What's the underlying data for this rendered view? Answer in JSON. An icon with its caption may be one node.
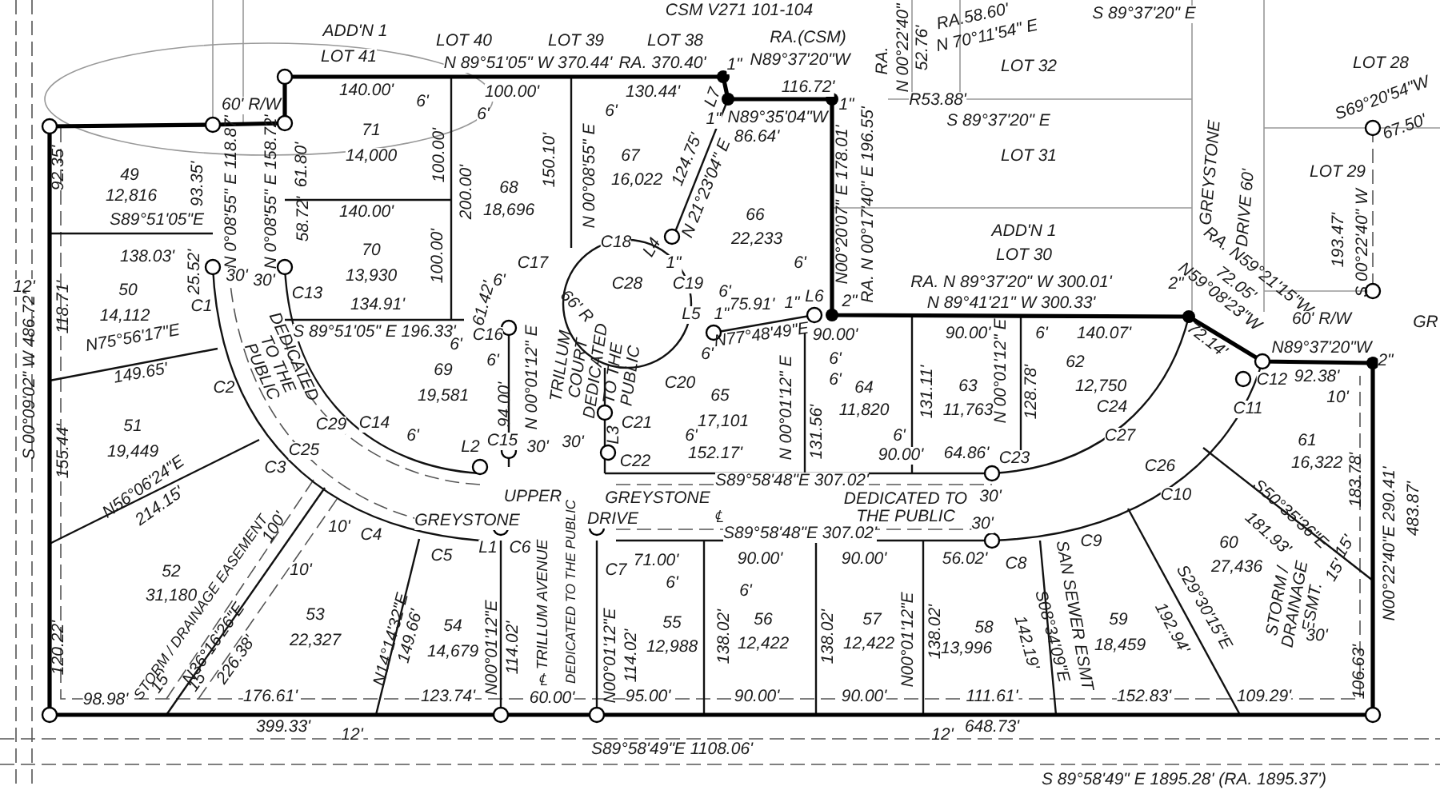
{
  "diagram": {
    "labels": [
      "CSM V271 101-104",
      "ADD'N 1",
      "LOT 41",
      "LOT 40",
      "N 89°51'05\" W 370.44'",
      "LOT 39",
      "LOT 38",
      "RA. 370.40'",
      "RA.(CSM)",
      "N89°37'20\"W",
      "116.72'",
      "RA.",
      "N 00°22'40\"",
      "52.76'",
      "RA.58.60'",
      "N 70°11'54\" E",
      "R53.88'",
      "S 89°37'20\" E",
      "S 89°37'20\" E",
      "LOT 32",
      "LOT 28",
      "S69°20'54\"W",
      "67.50'",
      "LOT 31",
      "LOT 29",
      "193.47'",
      "S 00°22'40\" W",
      "GREYSTONE",
      "DRIVE 60'",
      "ADD'N 1",
      "LOT 30",
      "RA. N59°21'15\"W",
      "72.05'",
      "N59°08'23\"W",
      "72.14'",
      "60' R/W",
      "GR",
      "N89°37'20\"W",
      "92.38'",
      "RA. N 89°37'20\" W 300.01'",
      "N 89°41'21\" W 300.33'",
      "6'",
      "140.07'",
      "62",
      "12,750",
      "60' R/W",
      "140.00'",
      "6'",
      "100.00'",
      "6'",
      "130.44'",
      "6'",
      "L7",
      "N89°35'04\"W",
      "86.64'",
      "1\"",
      "1\"",
      "1\"",
      "N00°20'07\" E 178.01'",
      "RA. N 00°17'40\" E 196.55'",
      "92.35'",
      "49",
      "12,816",
      "93.35'",
      "S89°51'05\"E",
      "N 0°08'55\" E 118.87'",
      "N 0°08'55\" E 158.72'",
      "71",
      "14,000",
      "61.80'",
      "100.00'",
      "200.00'",
      "138.03'",
      "25.52'",
      "30'",
      "30'",
      "140.00'",
      "70",
      "13,930",
      "58.72'",
      "100.00'",
      "134.91'",
      "C13",
      "C1",
      "50",
      "14,112",
      "12'",
      "118.71'",
      "N75°56'17\"E",
      "149.65'",
      "S 89°51'05\" E 196.33'",
      "DEDICATED TO THE PUBLIC",
      "C2",
      "S 00°09'02\" W 486.72'",
      "6'",
      "69",
      "19,581",
      "61.42'",
      "C17",
      "6'",
      "C16",
      "6'",
      "C18",
      "L4",
      "1\"",
      "C28",
      "66' R",
      "C19",
      "L5",
      "6'",
      "1\"",
      "75.91'",
      "1\"",
      "L6",
      "2\"",
      "N77°48'49\"E",
      "6'",
      "C20",
      "6'",
      "66",
      "22,233",
      "67",
      "16,022",
      "124.75'",
      "N 21°23'04\" E",
      "150.10'",
      "N 00°08'55\" E",
      "68",
      "18,696",
      "N 00°01'12\" E",
      "TRILLUM COURT DEDICATED TO THE PUBLIC",
      "N 00°01'12\" E",
      "94.00'",
      "L2",
      "C15",
      "30'",
      "C14",
      "6'",
      "C29",
      "C25",
      "C3",
      "30'",
      "C21",
      "L3",
      "C22",
      "65",
      "6'",
      "17,101",
      "152.17'",
      "131.56'",
      "64",
      "11,820",
      "90.00'",
      "6'",
      "6'",
      "6'",
      "90.00'",
      "90.00'",
      "131.11'",
      "63",
      "11,763",
      "N 00°01'12\" E",
      "128.78'",
      "64.86'",
      "UPPER",
      "GREYSTONE",
      "℄",
      "S89°58'48\"E 307.02'",
      "GREYSTONE",
      "DRIVE",
      "S89°58'48\"E 307.02'",
      "DEDICATED TO THE PUBLIC",
      "C23",
      "C24",
      "C27",
      "C26",
      "C10",
      "C11",
      "C12",
      "10'",
      "30'",
      "30'",
      "C8",
      "C9",
      "51",
      "19,449",
      "155.44'",
      "N56°06'24\"E",
      "214.15'",
      "100'",
      "10'",
      "C4",
      "52",
      "10'",
      "C5",
      "31,180",
      "STORM / DRAINAGE EASEMENT",
      "15'",
      "15'",
      "N36°16'26\"E",
      "226.38'",
      "53",
      "22,327",
      "N14°14'32\"E",
      "149.66'",
      "54",
      "14,679",
      "120.22'",
      "98.98'",
      "176.61'",
      "123.74'",
      "399.33'",
      "12'",
      "L1",
      "C6",
      "N00°01'12\"E",
      "114.02'",
      "℄",
      "TRILLUM AVENUE",
      "DEDICATED TO THE PUBLIC",
      "60.00'",
      "C7",
      "71.00'",
      "6'",
      "6'",
      "N00°01'12\"E",
      "114.02'",
      "55",
      "12,988",
      "95.00'",
      "90.00'",
      "138.02'",
      "56",
      "12,422",
      "90.00'",
      "90.00'",
      "138.02'",
      "57",
      "12,422",
      "90.00'",
      "N00°01'12\"E",
      "138.02'",
      "56.02'",
      "58",
      "13,996",
      "111.61'",
      "142.19'",
      "S08°34'09\"E",
      "SAN SEWER ESMT",
      "59",
      "18,459",
      "S29°30'15\"E",
      "192.94'",
      "152.83'",
      "60",
      "27,436",
      "S50°35'36\"E",
      "181.93'",
      "15'",
      "15'",
      "61",
      "16,322",
      "183.78'",
      "STORM / DRAINAGE ESMT.",
      "30'",
      "106.63'",
      "109.29'",
      "N00°22'40\"E 290.41'",
      "483.87'",
      "648.73'",
      "12'",
      "S89°58'49\"E 1108.06'",
      "S 89°58'49\" E 1895.28' (RA. 1895.37')",
      "2\"",
      "2\""
    ]
  }
}
